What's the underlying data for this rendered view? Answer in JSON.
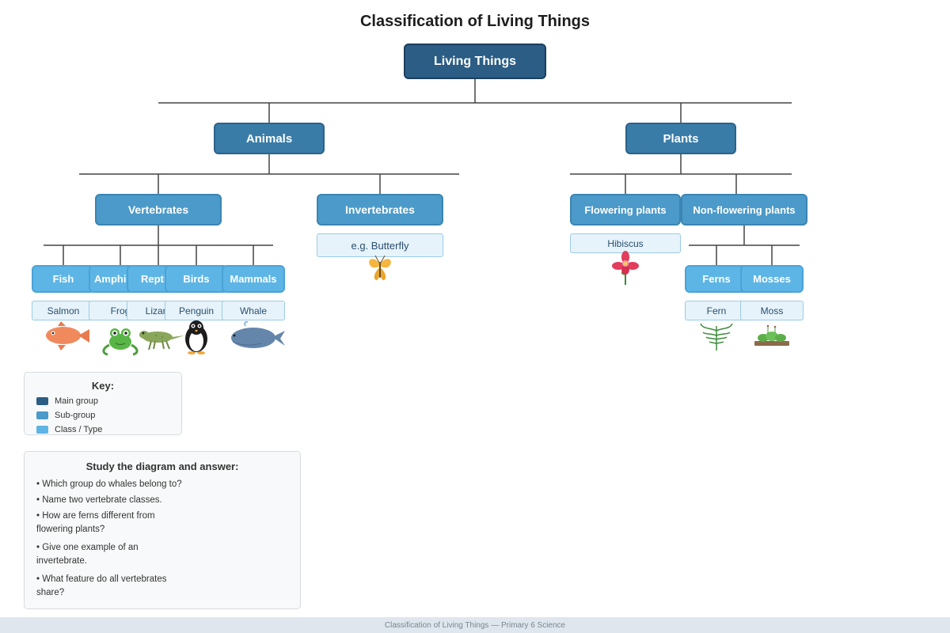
{
  "title": "Classification of Living Things",
  "nodes": {
    "living_things": "Living Things",
    "animals": "Animals",
    "plants": "Plants",
    "vertebrates": "Vertebrates",
    "invertebrates": "Invertebrates",
    "flowering_plants": "Flowering plants",
    "non_flowering_plants": "Non-flowering plants",
    "fish": "Fish",
    "amphibians": "Amphibians",
    "reptiles": "Reptiles",
    "birds": "Birds",
    "mammals": "Mammals",
    "ferns": "Ferns",
    "mosses": "Mosses"
  },
  "examples": {
    "butterfly": "e.g. Butterfly",
    "hibiscus": "Hibiscus",
    "salmon": "Salmon",
    "frog": "Frog",
    "lizard": "Lizard",
    "penguin": "Penguin",
    "whale": "Whale",
    "fern": "Fern",
    "moss": "Moss"
  },
  "icons": [
    "butterfly-icon",
    "hibiscus-icon",
    "fish-icon",
    "frog-icon",
    "lizard-icon",
    "penguin-icon",
    "whale-icon",
    "fern-icon",
    "moss-icon"
  ],
  "key": {
    "title": "Key:",
    "items": [
      {
        "label": "Main group",
        "color": "#2b5d85"
      },
      {
        "label": "Sub-group",
        "color": "#4b9ac9"
      },
      {
        "label": "Class / Type",
        "color": "#5db5e6"
      }
    ]
  },
  "questions": {
    "title": "Study the diagram and answer:",
    "items": [
      "• Which group do whales belong to?",
      "• Name two vertebrate classes.",
      "• How are ferns different from flowering plants?",
      "• Give one example of an invertebrate.",
      "• What feature do all vertebrates share?"
    ]
  },
  "footer": "Classification of Living Things — Primary 6 Science",
  "colors": {
    "main": "#2b5d85",
    "group": "#3a7ca8",
    "subgroup": "#4b9ac9",
    "class": "#5db5e6",
    "example_bg": "#e6f3fb",
    "connector": "#444444"
  }
}
